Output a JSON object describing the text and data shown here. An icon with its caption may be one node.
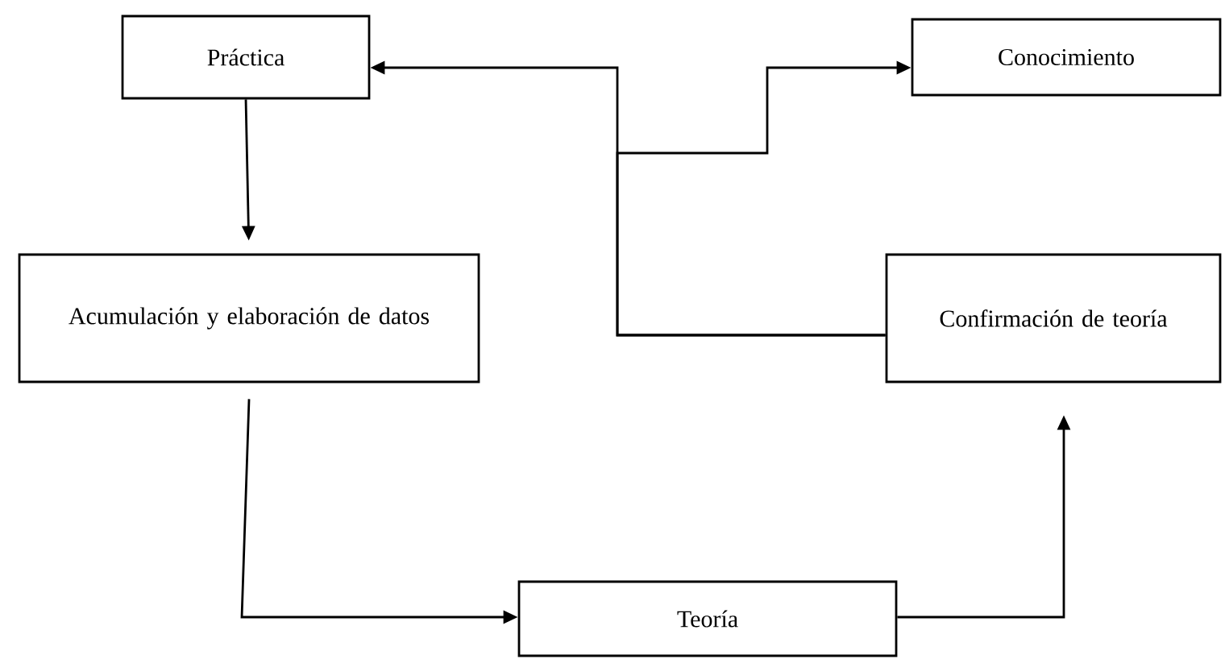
{
  "diagram": {
    "nodes": [
      {
        "text": [
          "Práctica"
        ]
      },
      {
        "text": [
          "Conocimiento"
        ]
      },
      {
        "text": [
          "Acumulación y elaboración de datos"
        ]
      },
      {
        "text": [
          "Confirmación de teoría"
        ]
      },
      {
        "text": [
          "Teoría"
        ]
      }
    ],
    "edges": [
      {
        "from": 0,
        "to": 2,
        "arrow": "to"
      },
      {
        "from": 2,
        "to": 4,
        "arrow": "to"
      },
      {
        "from": 4,
        "to": 3,
        "arrow": "to"
      },
      {
        "from": 3,
        "to": 0,
        "arrow": "to"
      },
      {
        "from": 3,
        "to": 1,
        "arrow": "to"
      }
    ]
  }
}
